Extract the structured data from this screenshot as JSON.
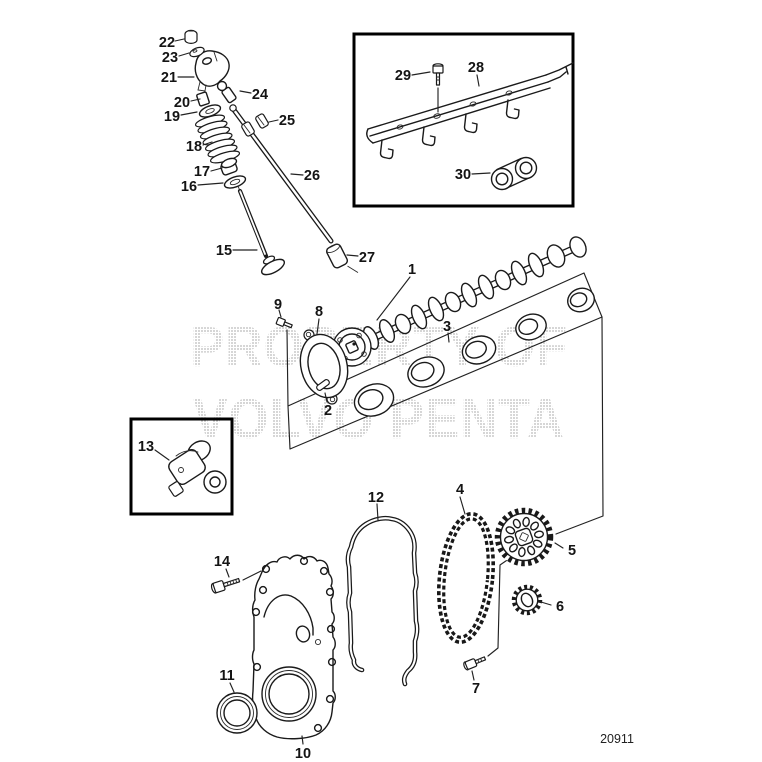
{
  "watermark": {
    "line1": "PROPERTY OF",
    "line2": "VOLVO PENTA"
  },
  "drawing_number": "20911",
  "callouts": {
    "c1": "1",
    "c2": "2",
    "c3": "3",
    "c4": "4",
    "c5": "5",
    "c6": "6",
    "c7": "7",
    "c8": "8",
    "c9": "9",
    "c10": "10",
    "c11": "11",
    "c12": "12",
    "c13": "13",
    "c14": "14",
    "c15": "15",
    "c16": "16",
    "c17": "17",
    "c18": "18",
    "c19": "19",
    "c20": "20",
    "c21": "21",
    "c22": "22",
    "c23": "23",
    "c24": "24",
    "c25": "25",
    "c26": "26",
    "c27": "27",
    "c28": "28",
    "c29": "29",
    "c30": "30"
  }
}
